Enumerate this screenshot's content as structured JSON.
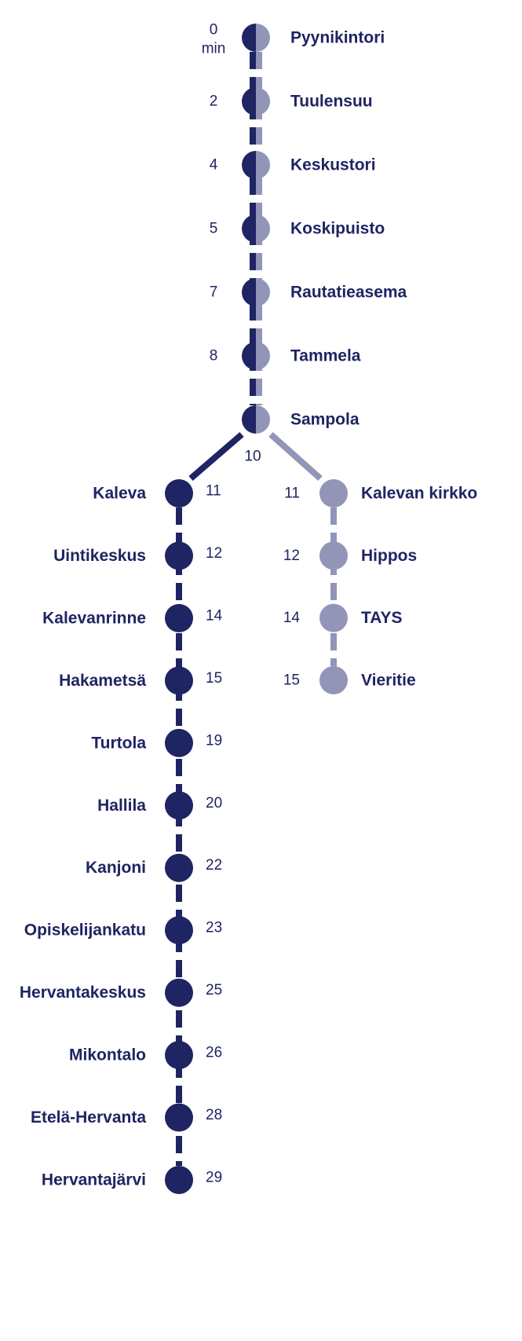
{
  "colors": {
    "dark": "#1f2463",
    "light": "#9295b8",
    "background": "#ffffff"
  },
  "trunk": {
    "stops": [
      {
        "name": "Pyynikintori",
        "time": "0",
        "unit": "min"
      },
      {
        "name": "Tuulensuu",
        "time": "2"
      },
      {
        "name": "Keskustori",
        "time": "4"
      },
      {
        "name": "Koskipuisto",
        "time": "5"
      },
      {
        "name": "Rautatieasema",
        "time": "7"
      },
      {
        "name": "Tammela",
        "time": "8"
      },
      {
        "name": "Sampola",
        "time": ""
      }
    ],
    "branch_time": "10"
  },
  "left_branch": {
    "stops": [
      {
        "name": "Kaleva",
        "time": "11"
      },
      {
        "name": "Uintikeskus",
        "time": "12"
      },
      {
        "name": "Kalevanrinne",
        "time": "14"
      },
      {
        "name": "Hakametsä",
        "time": "15"
      },
      {
        "name": "Turtola",
        "time": "19"
      },
      {
        "name": "Hallila",
        "time": "20"
      },
      {
        "name": "Kanjoni",
        "time": "22"
      },
      {
        "name": "Opiskelijankatu",
        "time": "23"
      },
      {
        "name": "Hervantakeskus",
        "time": "25"
      },
      {
        "name": "Mikontalo",
        "time": "26"
      },
      {
        "name": "Etelä-Hervanta",
        "time": "28"
      },
      {
        "name": "Hervantajärvi",
        "time": "29"
      }
    ]
  },
  "right_branch": {
    "stops": [
      {
        "name": "Kalevan kirkko",
        "time": "11"
      },
      {
        "name": "Hippos",
        "time": "12"
      },
      {
        "name": "TAYS",
        "time": "14"
      },
      {
        "name": "Vieritie",
        "time": "15"
      }
    ]
  }
}
